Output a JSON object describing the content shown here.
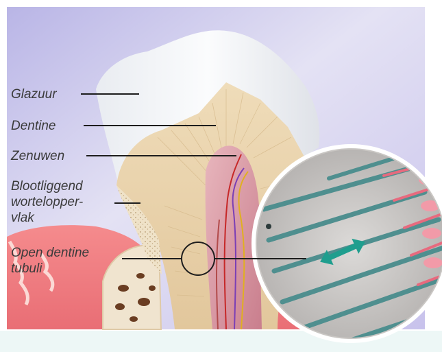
{
  "labels": {
    "enamel": "Glazuur",
    "dentin": "Dentine",
    "nerves": "Zenuwen",
    "exposed_root_line1": "Blootliggend",
    "exposed_root_line2": "wortelopper-",
    "exposed_root_line3": "vlak",
    "open_tubules_line1": "Open dentine",
    "open_tubules_line2": "tubuli"
  },
  "colors": {
    "background_top": "#c9c3ea",
    "background_bottom": "#f1f6fb",
    "footer_band": "#edf7f6",
    "enamel": "#f4f6f9",
    "dentin": "#e9d2ac",
    "pulp": "#d99aa6",
    "gum": "#f07e83",
    "bone": "#f0e4cf",
    "tubule": "#4f8f8f",
    "arrow": "#1f9e8e",
    "leader_line": "#1d1d1d"
  },
  "icons": {
    "flow_arrow": "double-arrow-icon"
  }
}
